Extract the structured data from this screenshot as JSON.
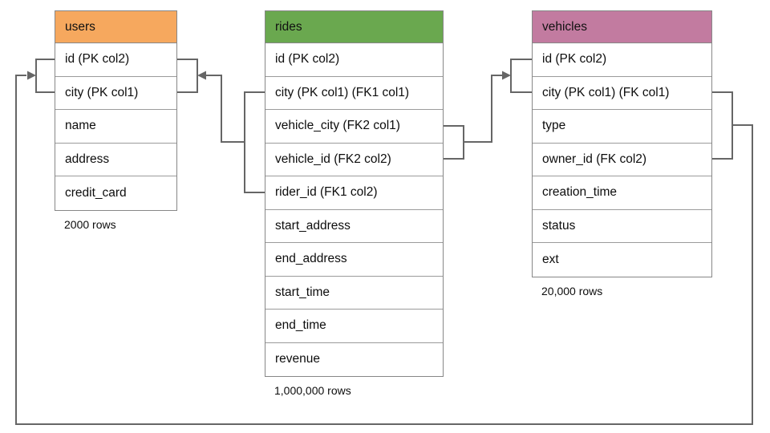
{
  "connector_color": "#666666",
  "tables": [
    {
      "title": "users",
      "header_color": "#f6a85e",
      "columns": [
        "id (PK col2)",
        "city (PK col1)",
        "name",
        "address",
        "credit_card"
      ],
      "row_count_label": "2000 rows"
    },
    {
      "title": "rides",
      "header_color": "#6aa84f",
      "columns": [
        "id (PK col2)",
        "city (PK col1) (FK1 col1)",
        "vehicle_city (FK2 col1)",
        "vehicle_id (FK2 col2)",
        "rider_id (FK1 col2)",
        "start_address",
        "end_address",
        "start_time",
        "end_time",
        "revenue"
      ],
      "row_count_label": "1,000,000 rows"
    },
    {
      "title": "vehicles",
      "header_color": "#c27ba0",
      "columns": [
        "id (PK col2)",
        "city (PK col1) (FK col1)",
        "type",
        "owner_id (FK col2)",
        "creation_time",
        "status",
        "ext"
      ],
      "row_count_label": "20,000 rows"
    }
  ],
  "relationships": [
    {
      "label": "FK1",
      "from_table": "rides",
      "from_columns": [
        "city",
        "rider_id"
      ],
      "to_table": "users",
      "to_columns": [
        "city",
        "id"
      ]
    },
    {
      "label": "FK2",
      "from_table": "rides",
      "from_columns": [
        "vehicle_city",
        "vehicle_id"
      ],
      "to_table": "vehicles",
      "to_columns": [
        "city",
        "id"
      ]
    },
    {
      "label": "FK",
      "from_table": "vehicles",
      "from_columns": [
        "city",
        "owner_id"
      ],
      "to_table": "users",
      "to_columns": [
        "city",
        "id"
      ]
    }
  ]
}
